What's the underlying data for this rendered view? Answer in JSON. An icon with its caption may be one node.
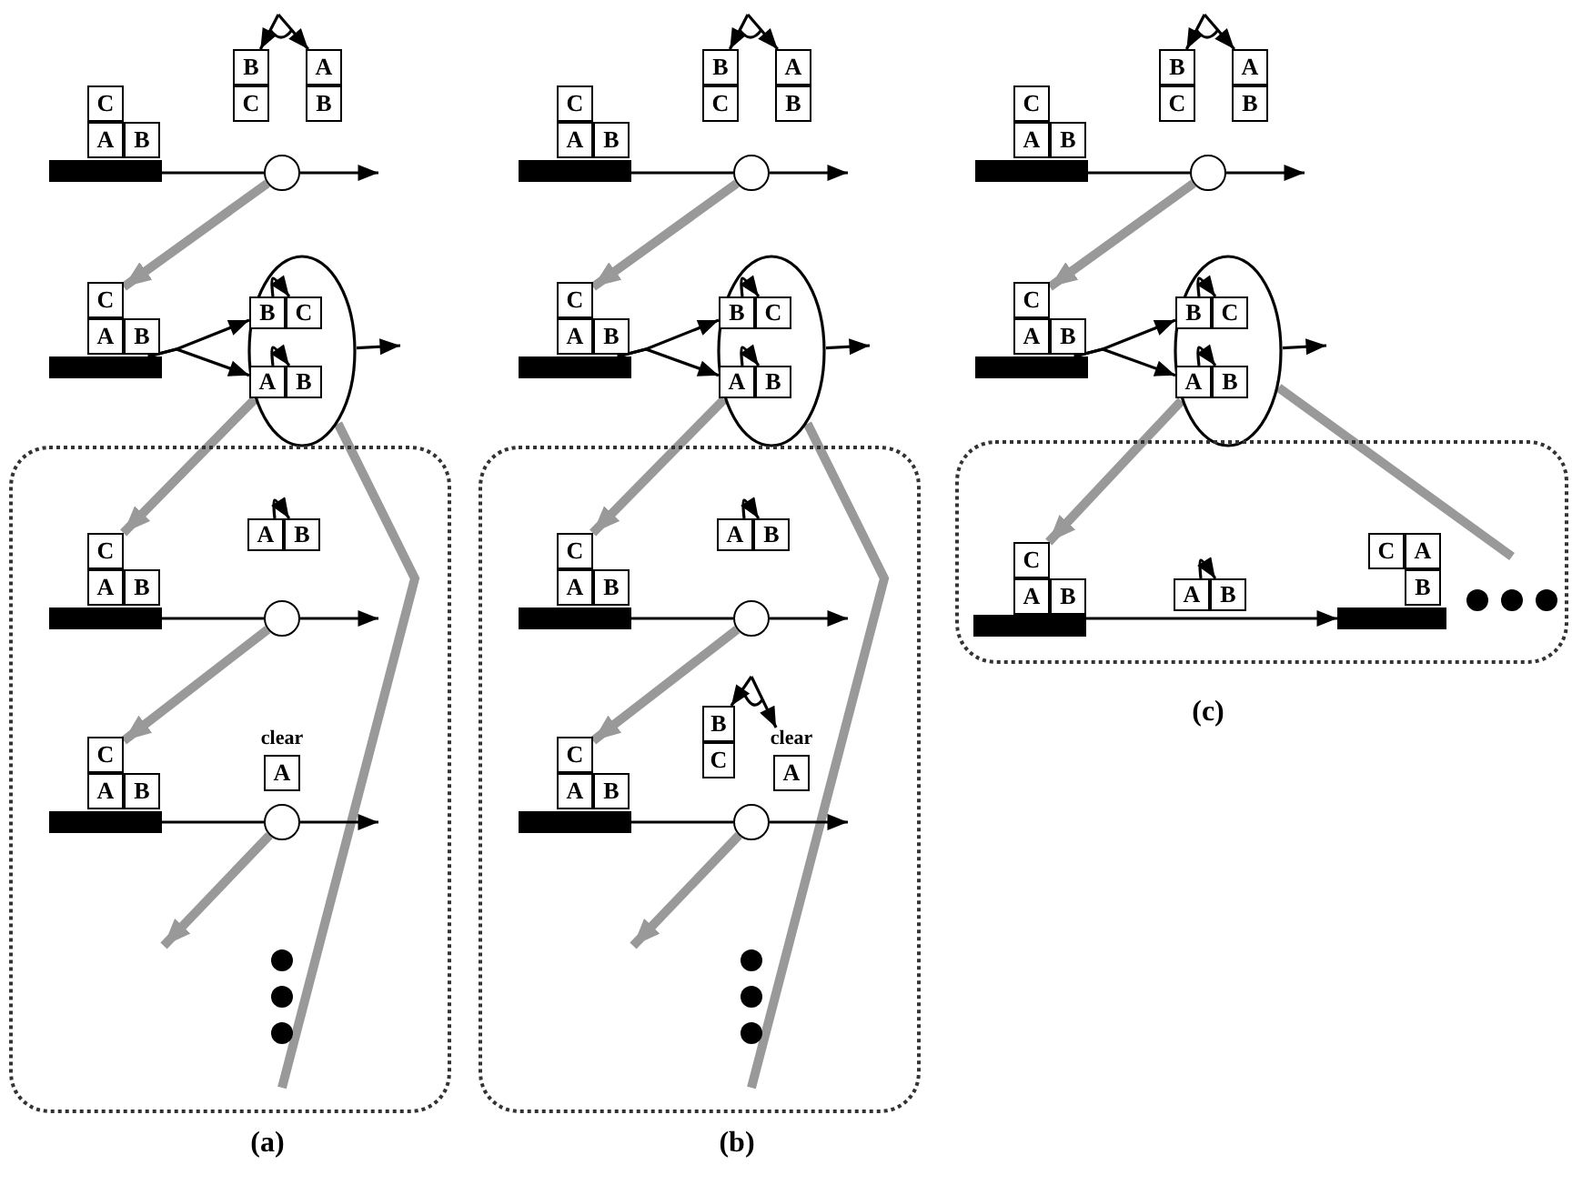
{
  "diagram": {
    "nodes": [
      {
        "text": [
          "C"
        ]
      },
      {
        "text": [
          "A"
        ]
      },
      {
        "text": [
          "B"
        ]
      },
      {
        "text": [],
        "shape": "bar"
      },
      {
        "text": [
          "B"
        ]
      },
      {
        "text": [
          "C"
        ]
      },
      {
        "text": [
          "A"
        ]
      },
      {
        "text": [
          "B"
        ]
      },
      {
        "text": [],
        "shape": "circle"
      },
      {
        "text": [
          "C"
        ]
      },
      {
        "text": [
          "A"
        ]
      },
      {
        "text": [
          "B"
        ]
      },
      {
        "text": [],
        "shape": "bar"
      },
      {
        "text": [],
        "shape": "ellipse"
      },
      {
        "text": [
          "B"
        ],
        "in": 13
      },
      {
        "text": [
          "C"
        ],
        "in": 13
      },
      {
        "text": [
          "A"
        ],
        "in": 13
      },
      {
        "text": [
          "B"
        ],
        "in": 13
      },
      {
        "text": [],
        "shape": "box"
      },
      {
        "text": [
          "C"
        ],
        "in": 18
      },
      {
        "text": [
          "A"
        ],
        "in": 18
      },
      {
        "text": [
          "B"
        ],
        "in": 18
      },
      {
        "text": [],
        "shape": "bar",
        "in": 18
      },
      {
        "text": [
          "A"
        ],
        "in": 18
      },
      {
        "text": [
          "B"
        ],
        "in": 18
      },
      {
        "text": [],
        "shape": "circle",
        "in": 18
      },
      {
        "text": [
          "C"
        ],
        "in": 18
      },
      {
        "text": [
          "A"
        ],
        "in": 18
      },
      {
        "text": [
          "B"
        ],
        "in": 18
      },
      {
        "text": [],
        "shape": "bar",
        "in": 18
      },
      {
        "text": [
          "A"
        ],
        "beside": [
          "clear"
        ],
        "in": 18
      },
      {
        "text": [],
        "shape": "circle",
        "in": 18
      },
      {
        "text": [
          "C"
        ]
      },
      {
        "text": [
          "A"
        ]
      },
      {
        "text": [
          "B"
        ]
      },
      {
        "text": [],
        "shape": "bar"
      },
      {
        "text": [
          "B"
        ]
      },
      {
        "text": [
          "C"
        ]
      },
      {
        "text": [
          "A"
        ]
      },
      {
        "text": [
          "B"
        ]
      },
      {
        "text": [],
        "shape": "circle"
      },
      {
        "text": [
          "C"
        ]
      },
      {
        "text": [
          "A"
        ]
      },
      {
        "text": [
          "B"
        ]
      },
      {
        "text": [],
        "shape": "bar"
      },
      {
        "text": [],
        "shape": "ellipse"
      },
      {
        "text": [
          "B"
        ],
        "in": 45
      },
      {
        "text": [
          "C"
        ],
        "in": 45
      },
      {
        "text": [
          "A"
        ],
        "in": 45
      },
      {
        "text": [
          "B"
        ],
        "in": 45
      },
      {
        "text": [],
        "shape": "box"
      },
      {
        "text": [
          "C"
        ],
        "in": 50
      },
      {
        "text": [
          "A"
        ],
        "in": 50
      },
      {
        "text": [
          "B"
        ],
        "in": 50
      },
      {
        "text": [],
        "shape": "bar",
        "in": 50
      },
      {
        "text": [
          "A"
        ],
        "in": 50
      },
      {
        "text": [
          "B"
        ],
        "in": 50
      },
      {
        "text": [],
        "shape": "circle",
        "in": 50
      },
      {
        "text": [
          "C"
        ],
        "in": 50
      },
      {
        "text": [
          "A"
        ],
        "in": 50
      },
      {
        "text": [
          "B"
        ],
        "in": 50
      },
      {
        "text": [],
        "shape": "bar",
        "in": 50
      },
      {
        "text": [
          "B"
        ],
        "in": 50
      },
      {
        "text": [
          "C"
        ],
        "in": 50
      },
      {
        "text": [
          "A"
        ],
        "beside": [
          "clear"
        ],
        "in": 50
      },
      {
        "text": [],
        "shape": "circle",
        "in": 50
      },
      {
        "text": [
          "C"
        ]
      },
      {
        "text": [
          "A"
        ]
      },
      {
        "text": [
          "B"
        ]
      },
      {
        "text": [],
        "shape": "bar"
      },
      {
        "text": [
          "B"
        ]
      },
      {
        "text": [
          "C"
        ]
      },
      {
        "text": [
          "A"
        ]
      },
      {
        "text": [
          "B"
        ]
      },
      {
        "text": [],
        "shape": "circle"
      },
      {
        "text": [
          "C"
        ]
      },
      {
        "text": [
          "A"
        ]
      },
      {
        "text": [
          "B"
        ]
      },
      {
        "text": [],
        "shape": "bar"
      },
      {
        "text": [],
        "shape": "ellipse"
      },
      {
        "text": [
          "B"
        ],
        "in": 79
      },
      {
        "text": [
          "C"
        ],
        "in": 79
      },
      {
        "text": [
          "A"
        ],
        "in": 79
      },
      {
        "text": [
          "B"
        ],
        "in": 79
      },
      {
        "text": [],
        "shape": "box"
      },
      {
        "text": [
          "C"
        ],
        "in": 84
      },
      {
        "text": [
          "A"
        ],
        "in": 84
      },
      {
        "text": [
          "B"
        ],
        "in": 84
      },
      {
        "text": [],
        "shape": "bar",
        "in": 84
      },
      {
        "text": [
          "A"
        ],
        "in": 84
      },
      {
        "text": [
          "B"
        ],
        "in": 84
      },
      {
        "text": [
          "C"
        ],
        "in": 84
      },
      {
        "text": [
          "A"
        ],
        "in": 84
      },
      {
        "text": [
          "B"
        ],
        "in": 84
      },
      {
        "text": [],
        "shape": "bar",
        "in": 84
      }
    ],
    "edges": [
      {
        "from": null,
        "to": 4,
        "arrow": "to"
      },
      {
        "from": null,
        "to": 6,
        "arrow": "to"
      },
      {
        "from": 3,
        "to": 8,
        "arrow": "none"
      },
      {
        "from": 8,
        "to": null,
        "arrow": "to"
      },
      {
        "from": 8,
        "to": 9,
        "arrow": "to",
        "style": "thick",
        "color": "#999999"
      },
      {
        "from": 12,
        "to": 14,
        "arrow": "to"
      },
      {
        "from": 12,
        "to": 16,
        "arrow": "to"
      },
      {
        "from": 14,
        "to": 15,
        "arrow": "to"
      },
      {
        "from": 16,
        "to": 17,
        "arrow": "to"
      },
      {
        "from": 13,
        "to": null,
        "arrow": "to"
      },
      {
        "from": 13,
        "to": 19,
        "arrow": "to",
        "style": "thick",
        "color": "#999999"
      },
      {
        "from": 13,
        "to": null,
        "arrow": "none",
        "style": "thick",
        "color": "#999999"
      },
      {
        "from": 23,
        "to": 24,
        "arrow": "to"
      },
      {
        "from": 22,
        "to": 25,
        "arrow": "none"
      },
      {
        "from": 25,
        "to": null,
        "arrow": "to"
      },
      {
        "from": 25,
        "to": 26,
        "arrow": "to",
        "style": "thick",
        "color": "#999999"
      },
      {
        "from": 29,
        "to": 31,
        "arrow": "none"
      },
      {
        "from": 31,
        "to": null,
        "arrow": "to"
      },
      {
        "from": 31,
        "to": null,
        "arrow": "to",
        "style": "thick",
        "color": "#999999"
      },
      {
        "from": null,
        "to": 36,
        "arrow": "to"
      },
      {
        "from": null,
        "to": 38,
        "arrow": "to"
      },
      {
        "from": 35,
        "to": 40,
        "arrow": "none"
      },
      {
        "from": 40,
        "to": null,
        "arrow": "to"
      },
      {
        "from": 40,
        "to": 41,
        "arrow": "to",
        "style": "thick",
        "color": "#999999"
      },
      {
        "from": 44,
        "to": 46,
        "arrow": "to"
      },
      {
        "from": 44,
        "to": 48,
        "arrow": "to"
      },
      {
        "from": 46,
        "to": 47,
        "arrow": "to"
      },
      {
        "from": 48,
        "to": 49,
        "arrow": "to"
      },
      {
        "from": 45,
        "to": null,
        "arrow": "to"
      },
      {
        "from": 45,
        "to": 51,
        "arrow": "to",
        "style": "thick",
        "color": "#999999"
      },
      {
        "from": 45,
        "to": null,
        "arrow": "none",
        "style": "thick",
        "color": "#999999"
      },
      {
        "from": 55,
        "to": 56,
        "arrow": "to"
      },
      {
        "from": 54,
        "to": 57,
        "arrow": "none"
      },
      {
        "from": 57,
        "to": null,
        "arrow": "to"
      },
      {
        "from": 57,
        "to": 58,
        "arrow": "to",
        "style": "thick",
        "color": "#999999"
      },
      {
        "from": null,
        "to": 62,
        "arrow": "to"
      },
      {
        "from": null,
        "to": 64,
        "arrow": "to"
      },
      {
        "from": 61,
        "to": 65,
        "arrow": "none"
      },
      {
        "from": 65,
        "to": null,
        "arrow": "to"
      },
      {
        "from": 65,
        "to": null,
        "arrow": "to",
        "style": "thick",
        "color": "#999999"
      },
      {
        "from": null,
        "to": 70,
        "arrow": "to"
      },
      {
        "from": null,
        "to": 72,
        "arrow": "to"
      },
      {
        "from": 69,
        "to": 74,
        "arrow": "none"
      },
      {
        "from": 74,
        "to": null,
        "arrow": "to"
      },
      {
        "from": 74,
        "to": 75,
        "arrow": "to",
        "style": "thick",
        "color": "#999999"
      },
      {
        "from": 78,
        "to": 80,
        "arrow": "to"
      },
      {
        "from": 78,
        "to": 82,
        "arrow": "to"
      },
      {
        "from": 80,
        "to": 81,
        "arrow": "to"
      },
      {
        "from": 82,
        "to": 83,
        "arrow": "to"
      },
      {
        "from": 79,
        "to": null,
        "arrow": "to"
      },
      {
        "from": 79,
        "to": 85,
        "arrow": "to",
        "style": "thick",
        "color": "#999999"
      },
      {
        "from": 79,
        "to": null,
        "arrow": "none",
        "style": "thick",
        "color": "#999999"
      },
      {
        "from": 89,
        "to": 90,
        "arrow": "to"
      },
      {
        "from": 88,
        "to": 94,
        "arrow": "to"
      }
    ],
    "labels": [
      "(a)",
      "(b)",
      "(c)"
    ]
  }
}
